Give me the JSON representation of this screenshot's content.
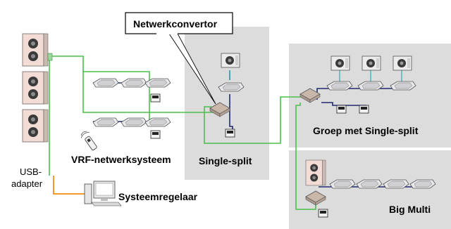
{
  "labels": {
    "netwerkconvertor": "Netwerkconvertor",
    "vrf": "VRF-netwerksysteem",
    "single_split": "Single-split",
    "groep_single_split": "Groep met Single-split",
    "big_multi": "Big Multi",
    "usb_line1": "USB-",
    "usb_line2": "adapter",
    "systeemregelaar": "Systeemregelaar"
  },
  "colors": {
    "panel_bg": "#dcdcdc",
    "network_line": "#4cbf4c",
    "refrigerant_line": "#1f2a6e",
    "teal_line": "#3fb6b6",
    "usb_line": "#f39a2b",
    "device_fill": "#e8e8ea",
    "outdoor_unit_fill": "#f3dcd6",
    "converter_fill": "#c9b7a9"
  },
  "icons": {
    "outdoor_units": "outdoor-unit-icon",
    "indoor_units": "indoor-cassette-icon",
    "remote_controllers": "remote-controller-icon",
    "converters": "network-converter-icon",
    "computer": "computer-icon",
    "wireless_remote": "wireless-remote-icon"
  }
}
